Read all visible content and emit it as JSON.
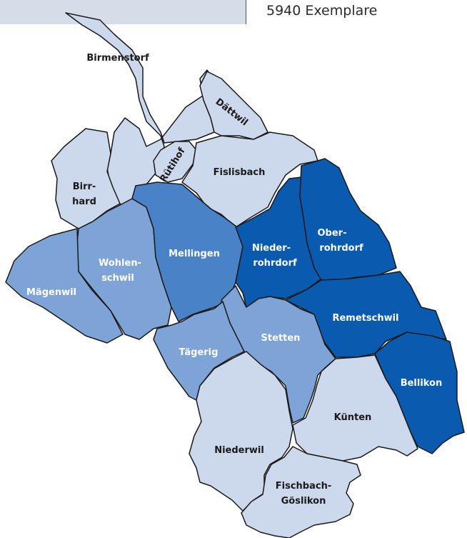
{
  "header": {
    "copies": "5940 Exemplare"
  },
  "colors": {
    "tier1": "#ccd8ec",
    "tier2": "#7ea3d7",
    "tier3": "#4a82c8",
    "tier4": "#0a5ab0",
    "border": "#1a1a1a"
  },
  "regions": {
    "birmenstorf": {
      "label": "Birmenstorf"
    },
    "daettwil": {
      "label": "Dättwil"
    },
    "birrhard": {
      "line1": "Birr-",
      "line2": "hard"
    },
    "ruetihof": {
      "label": "Rütihof"
    },
    "fislisbach": {
      "label": "Fislisbach"
    },
    "niederrohrdorf": {
      "line1": "Nieder-",
      "line2": "rohrdorf"
    },
    "oberrohrdorf": {
      "line1": "Ober-",
      "line2": "rohrdorf"
    },
    "mellingen": {
      "label": "Mellingen"
    },
    "wohlenschwil": {
      "line1": "Wohlen-",
      "line2": "schwil"
    },
    "maegenwil": {
      "label": "Mägenwil"
    },
    "remetschwil": {
      "label": "Remetschwil"
    },
    "stetten": {
      "label": "Stetten"
    },
    "taegerig": {
      "label": "Tägerig"
    },
    "bellikon": {
      "label": "Bellikon"
    },
    "kuenten": {
      "label": "Künten"
    },
    "niederwil": {
      "label": "Niederwil"
    },
    "fischbach": {
      "line1": "Fischbach-",
      "line2": "Göslikon"
    }
  }
}
